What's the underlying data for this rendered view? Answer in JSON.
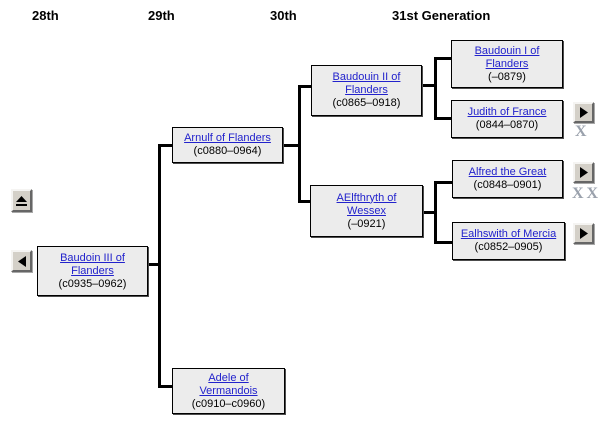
{
  "colors": {
    "page_background": "#ffffff",
    "link_blue": "#2222cc",
    "box_background": "#ececec",
    "box_border": "#000000",
    "connector_line": "#000000",
    "button_face": "#d4d0c8",
    "marker_gray": "#9aa1ac"
  },
  "generation_headers": [
    {
      "label": "28th"
    },
    {
      "label": "29th"
    },
    {
      "label": "30th"
    },
    {
      "label": "31st Generation"
    }
  ],
  "people": {
    "baudoin_iii": {
      "name": "Baudoin III of Flanders",
      "dates": "(c0935–0962)"
    },
    "arnulf": {
      "name": "Arnulf of Flanders",
      "dates": "(c0880–0964)"
    },
    "adele": {
      "name": "Adele of Vermandois",
      "dates": "(c0910–c0960)"
    },
    "baudouin_ii": {
      "name": "Baudouin II of Flanders",
      "dates": "(c0865–0918)"
    },
    "aelfthryth": {
      "name": "AElfthryth of Wessex",
      "dates": "(–0921)"
    },
    "baudouin_i": {
      "name": "Baudouin I of Flanders",
      "dates": "(–0879)"
    },
    "judith": {
      "name": "Judith of France",
      "dates": "(0844–0870)"
    },
    "alfred": {
      "name": "Alfred the Great",
      "dates": "(c0848–0901)"
    },
    "ealhswith": {
      "name": "Ealhswith of Mercia",
      "dates": "(c0852–0905)"
    }
  },
  "icons": {
    "eject": "eject-icon",
    "left": "left-arrow-icon",
    "right": "right-arrow-icon"
  },
  "markers": {
    "judith": "X",
    "alfred": "XX"
  }
}
